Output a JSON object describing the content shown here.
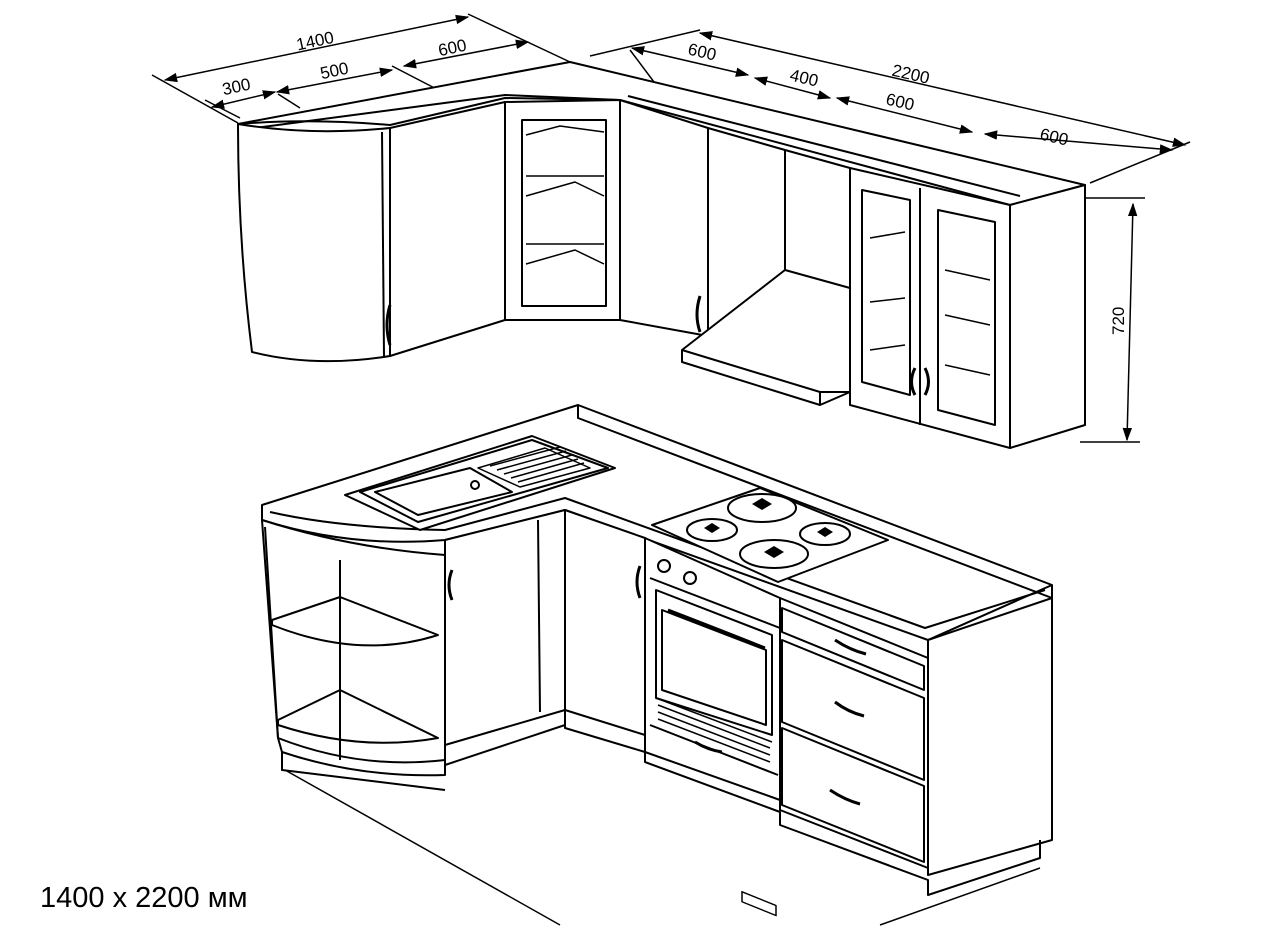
{
  "caption": "1400 x 2200 мм",
  "dimensions": {
    "left_total": "1400",
    "left_segments": [
      "300",
      "500",
      "600"
    ],
    "right_total": "2200",
    "right_segments": [
      "600",
      "400",
      "600",
      "600"
    ],
    "height": "720"
  },
  "colors": {
    "line": "#000000",
    "background": "#ffffff"
  }
}
